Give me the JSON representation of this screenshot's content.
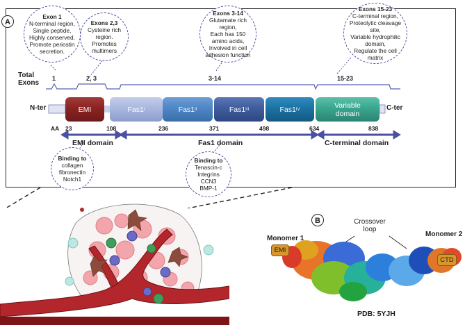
{
  "panel_a": {
    "letter": "A",
    "total_exons_label_1": "Total",
    "total_exons_label_2": "Exons",
    "exon_tick_labels": [
      "1",
      "2, 3",
      "3-14",
      "15-23"
    ],
    "bubbles": [
      {
        "title": "Exon 1",
        "lines": [
          "N-terminal region,",
          "Single peptide,",
          "Highly conserved,",
          "Promote periostin",
          "secretion."
        ]
      },
      {
        "title": "Exons 2,3",
        "lines": [
          "Cysteine rich",
          "region.",
          "Promotes",
          "multimers"
        ]
      },
      {
        "title": "Exons 3-14",
        "lines": [
          "Glutamate rich",
          "region,",
          "Each has 150",
          "amino acids,",
          "Involved in cell",
          "adhesion function"
        ]
      },
      {
        "title": "Exons 15-23",
        "lines": [
          "C-terminal region,",
          "Proteolytic cleavage",
          "site,",
          "Variable hydrophilic",
          "domain,",
          "Regulate the cell",
          "matrix"
        ]
      }
    ],
    "n_ter": "N-ter",
    "c_ter": "C-ter",
    "segments": [
      {
        "label": "EMI",
        "sup": ""
      },
      {
        "label": "Fas1",
        "sup": "I"
      },
      {
        "label": "Fas1",
        "sup": "II"
      },
      {
        "label": "Fas1",
        "sup": "III"
      },
      {
        "label": "Fas1",
        "sup": "IV"
      },
      {
        "label": "Variable domain",
        "sup": ""
      }
    ],
    "aa_label": "AA",
    "aa_positions": [
      "23",
      "108",
      "236",
      "371",
      "498",
      "634",
      "838"
    ],
    "domains": [
      "EMI domain",
      "Fas1 domain",
      "C-terminal domain"
    ],
    "binding_bubbles": [
      {
        "title": "Binding to",
        "lines": [
          "collagen",
          "fibronectin",
          "Notch1"
        ]
      },
      {
        "title": "Binding to",
        "lines": [
          "Tenascin-c",
          "Integrins",
          "CCN3",
          "BMP-1"
        ]
      }
    ]
  },
  "panel_b": {
    "letter": "B",
    "crossover_1": "Crossover",
    "crossover_2": "loop",
    "monomer_1": "Monomer 1",
    "monomer_2": "Monomer 2",
    "emi_tag": "EMI",
    "ctd_tag": "CTD",
    "pdb": "PDB: 5YJH"
  },
  "colors": {
    "emi": "#8b2323",
    "fas1_i": "#a9b8df",
    "fas1_ii": "#4f86c6",
    "fas1_iii": "#3f5d9e",
    "fas1_iv": "#1c72a3",
    "variable": "#3aa68f",
    "arrow": "#4b4fa1",
    "bubble_border": "#4b4fa1",
    "tag": "#d8962b"
  }
}
